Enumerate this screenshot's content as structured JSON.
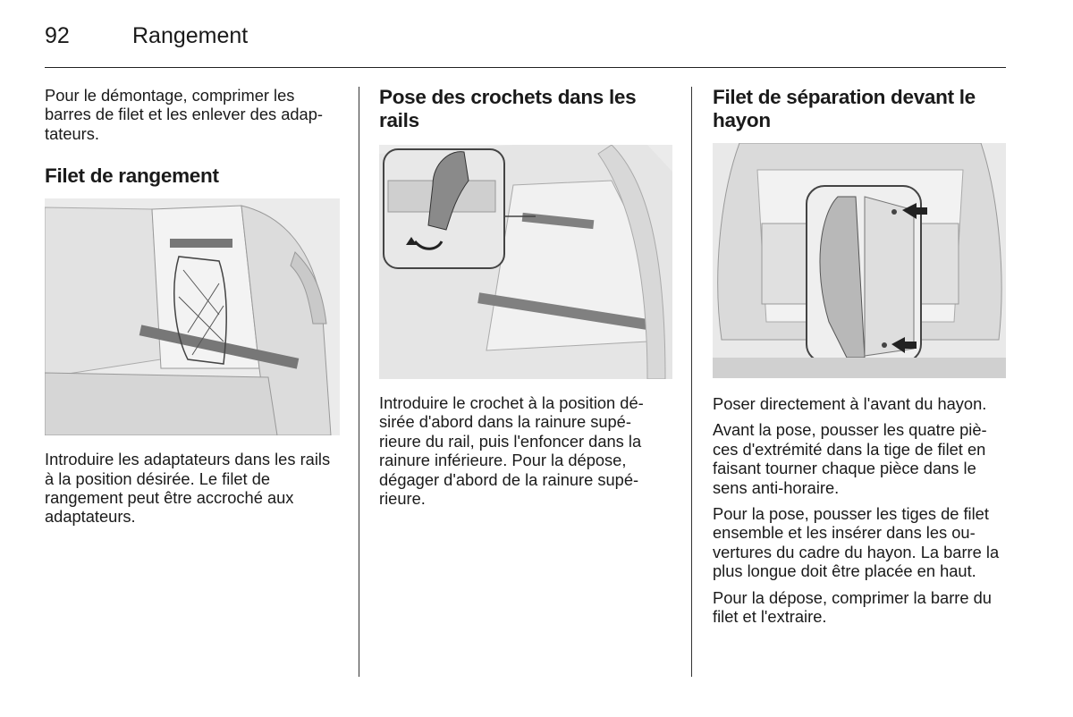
{
  "header": {
    "page_number": "92",
    "section": "Rangement"
  },
  "col1": {
    "intro": "Pour le démontage, comprimer les barres de filet et les enlever des adap‐ tateurs.",
    "heading": "Filet de rangement",
    "body": "Introduire les adaptateurs dans les rails à la position désirée. Le filet de rangement peut être accroché aux adaptateurs."
  },
  "col2": {
    "heading": "Pose des crochets dans les rails",
    "body": "Introduire le crochet à la position dé‐ sirée d'abord dans la rainure supé‐ rieure du rail, puis l'enfoncer dans la rainure inférieure. Pour la dépose, dégager d'abord de la rainure supé‐ rieure."
  },
  "col3": {
    "heading": "Filet de séparation devant le hayon",
    "p1": "Poser directement à l'avant du hayon.",
    "p2": "Avant la pose, pousser les quatre piè‐ ces d'extrémité dans la tige de filet en faisant tourner chaque pièce dans le sens anti-horaire.",
    "p3": "Pour la pose, pousser les tiges de filet ensemble et les insérer dans les ou‐ vertures du cadre du hayon. La barre la plus longue doit être placée en haut.",
    "p4": "Pour la dépose, comprimer la barre du filet et l'extraire."
  }
}
